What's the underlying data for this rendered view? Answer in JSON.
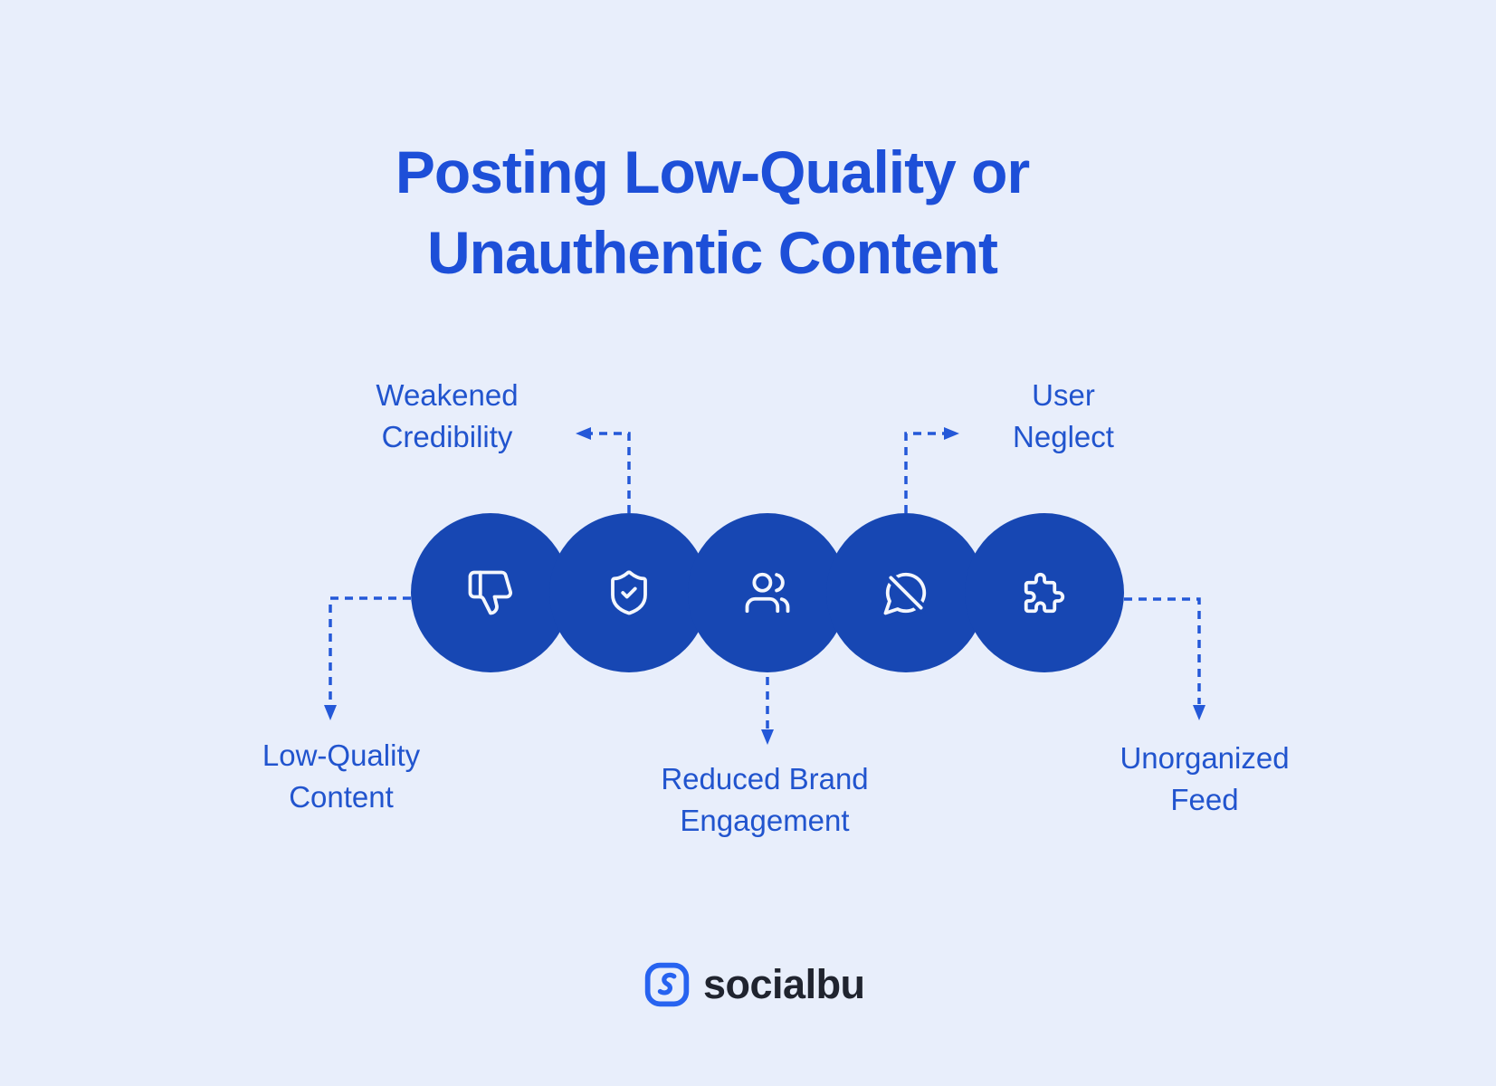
{
  "title": {
    "line1": "Posting Low-Quality or",
    "line2": "Unauthentic Content"
  },
  "nodes": [
    {
      "icon": "thumbs-down-icon"
    },
    {
      "icon": "shield-check-icon"
    },
    {
      "icon": "users-icon"
    },
    {
      "icon": "muted-chat-icon"
    },
    {
      "icon": "puzzle-icon"
    }
  ],
  "callouts": {
    "weakened_credibility": {
      "line1": "Weakened",
      "line2": "Credibility"
    },
    "user_neglect": {
      "line1": "User",
      "line2": "Neglect"
    },
    "low_quality_content": {
      "line1": "Low-Quality",
      "line2": "Content"
    },
    "reduced_brand_engagement": {
      "line1": "Reduced Brand",
      "line2": "Engagement"
    },
    "unorganized_feed": {
      "line1": "Unorganized",
      "line2": "Feed"
    }
  },
  "brand": {
    "name": "socialbu"
  },
  "colors": {
    "background": "#e8eefb",
    "title_text": "#1d4fd8",
    "circle_fill": "#1747b3",
    "label_text": "#2154ce",
    "arrow": "#2458d8",
    "icon_stroke": "#f4f7fd",
    "brand_text": "#20242f",
    "brand_icon_blue": "#2763f0"
  }
}
